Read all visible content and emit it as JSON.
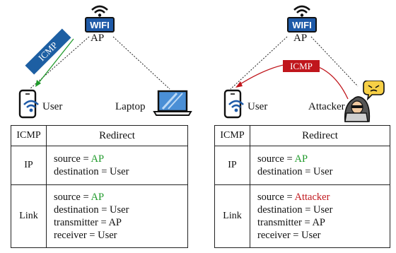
{
  "left": {
    "ap_label": "AP",
    "wifi_text": "WIFI",
    "icmp_tag": "ICMP",
    "user_label": "User",
    "laptop_label": "Laptop",
    "table": {
      "col1": "ICMP",
      "title": "Redirect",
      "ip_label": "IP",
      "ip_source_key": "source = ",
      "ip_source_val": "AP",
      "ip_destination": "destination = User",
      "link_label": "Link",
      "link_source_key": "source = ",
      "link_source_val": "AP",
      "link_destination": "destination = User",
      "link_transmitter": "transmitter = AP",
      "link_receiver": "receiver = User"
    }
  },
  "right": {
    "ap_label": "AP",
    "wifi_text": "WIFI",
    "icmp_tag": "ICMP",
    "user_label": "User",
    "attacker_label": "Attacker",
    "table": {
      "col1": "ICMP",
      "title": "Redirect",
      "ip_label": "IP",
      "ip_source_key": "source = ",
      "ip_source_val": "AP",
      "ip_destination": "destination = User",
      "link_label": "Link",
      "link_source_key": "source = ",
      "link_source_val": "Attacker",
      "link_destination": "destination = User",
      "link_transmitter": "transmitter = AP",
      "link_receiver": "receiver = User"
    }
  },
  "colors": {
    "wifi_blue": "#1e5aa8",
    "icmp_tag_blue": "#1d5fa3",
    "icmp_tag_red": "#c0161c",
    "arrow_green": "#1f9a2a",
    "arrow_red": "#c0161c",
    "value_green": "#1f9a2a",
    "value_red": "#c0161c"
  },
  "icons": [
    "wifi-router-icon",
    "phone-wifi-icon",
    "laptop-icon",
    "hacker-icon"
  ]
}
